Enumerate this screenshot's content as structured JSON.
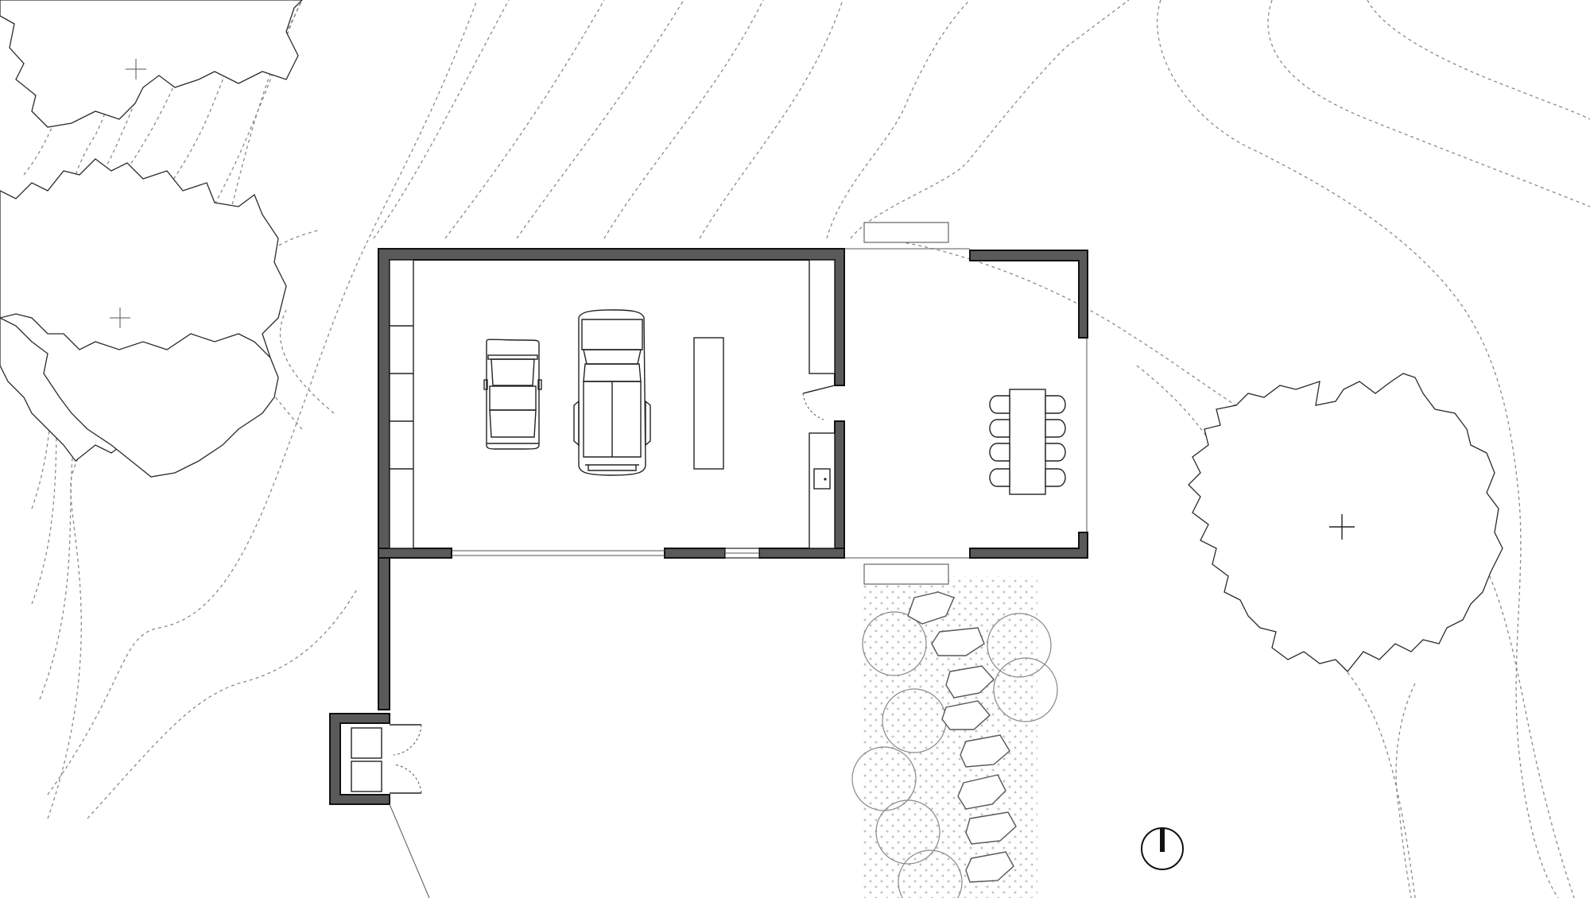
{
  "drawing": {
    "kind": "site-plan",
    "colors": {
      "background": "#ffffff",
      "wall_fill": "#5a5a5a",
      "line": "#222222",
      "contour": "#8a8a8a",
      "gravel_dot": "#c4c4c4"
    },
    "elements": [
      "garage-building",
      "two-cars",
      "workbench",
      "open-pavilion",
      "dining-table-with-eight-chairs",
      "storage-shed",
      "stepping-stone-path",
      "large-tree-canopy",
      "tree-grove",
      "topographic-contours",
      "north-arrow"
    ],
    "north_arrow_icon": "north-arrow-icon"
  }
}
